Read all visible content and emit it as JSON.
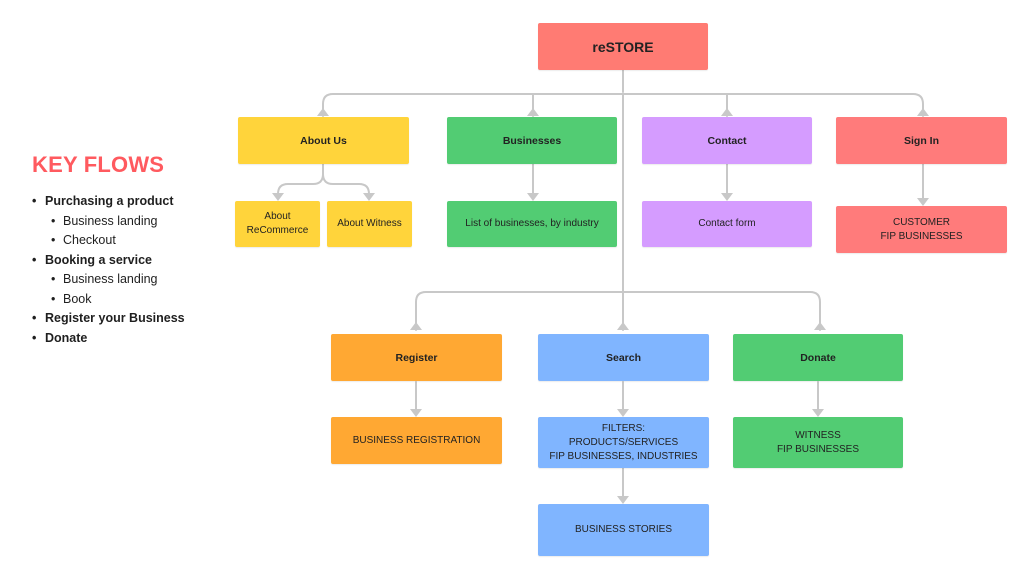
{
  "colors": {
    "heading": "#ff5a5f",
    "root": "#ff7b73",
    "yellow": "#ffd43b",
    "green": "#52cc73",
    "purple": "#d59cff",
    "red": "#ff7b7b",
    "orange": "#ffa833",
    "blue": "#80b5ff",
    "connector": "#c8c8c8"
  },
  "key_flows": {
    "title": "KEY FLOWS",
    "items": [
      {
        "label": "Purchasing a product",
        "subitems": [
          "Business landing",
          "Checkout"
        ]
      },
      {
        "label": "Booking a service",
        "subitems": [
          "Business landing",
          "Book"
        ]
      },
      {
        "label": "Register your Business",
        "subitems": []
      },
      {
        "label": "Donate",
        "subitems": []
      }
    ]
  },
  "diagram": {
    "root": "reSTORE",
    "top_nodes": {
      "about_us": "About Us",
      "businesses": "Businesses",
      "contact": "Contact",
      "sign_in": "Sign In"
    },
    "about_children": {
      "recommerce": "About\nReCommerce",
      "witness": "About Witness"
    },
    "businesses_child": "List of businesses, by industry",
    "contact_child": "Contact form",
    "sign_in_child": "CUSTOMER\nFIP BUSINESSES",
    "lower_nodes": {
      "register": "Register",
      "search": "Search",
      "donate": "Donate"
    },
    "register_child": "BUSINESS REGISTRATION",
    "search_child": "FILTERS: PRODUCTS/SERVICES\nFIP BUSINESSES, INDUSTRIES",
    "search_grandchild": "BUSINESS STORIES",
    "donate_child": "WITNESS\nFIP BUSINESSES"
  }
}
